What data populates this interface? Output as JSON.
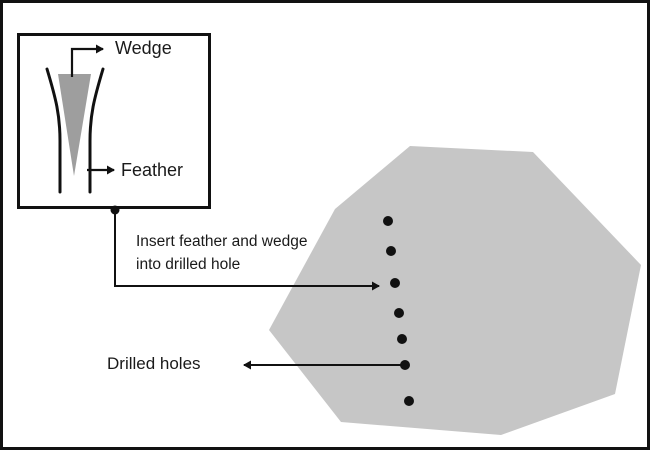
{
  "inset": {
    "wedge_label": "Wedge",
    "feather_label": "Feather"
  },
  "annotations": {
    "insert_line1": "Insert feather and wedge",
    "insert_line2": "into drilled hole",
    "drilled_holes_label": "Drilled holes"
  },
  "colors": {
    "rock": "#c6c6c6",
    "wedge": "#9e9e9e",
    "line": "#111111"
  },
  "drilled_holes_count": 7
}
